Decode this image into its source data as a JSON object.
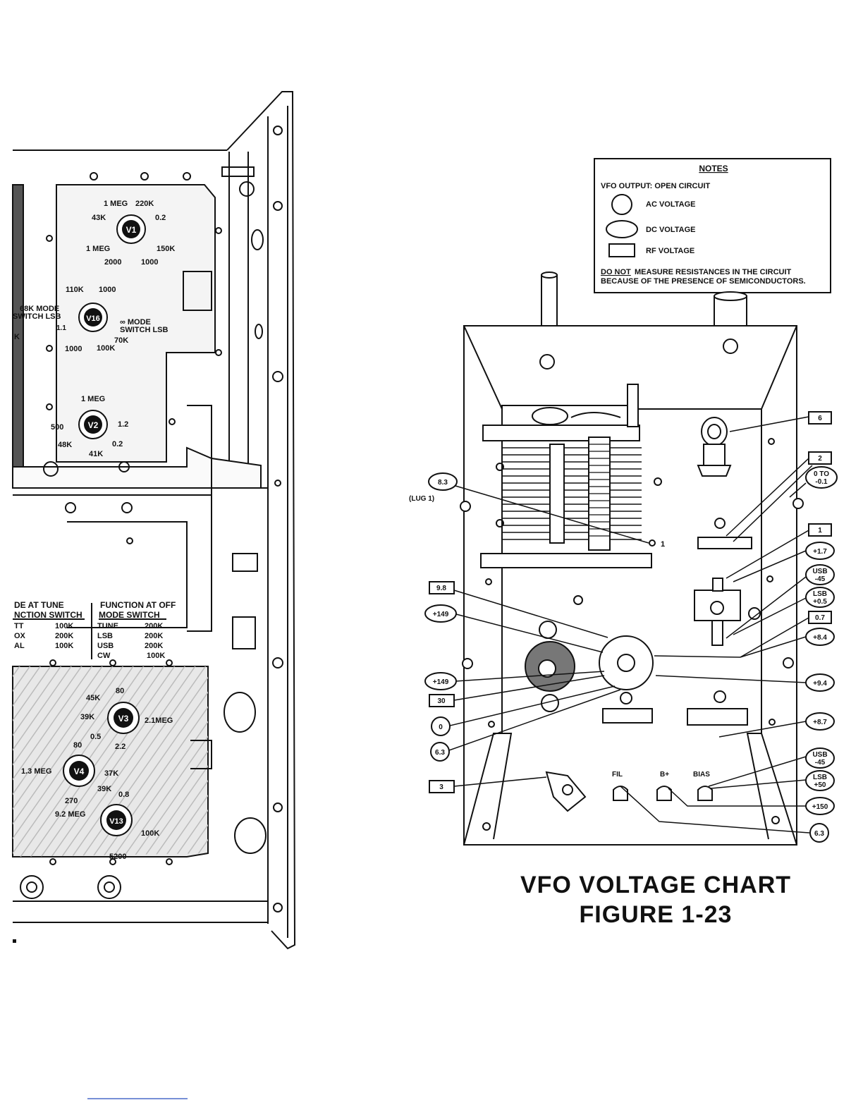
{
  "notes": {
    "title": "NOTES",
    "output": "VFO OUTPUT: OPEN CIRCUIT",
    "legend_ac": "AC VOLTAGE",
    "legend_dc": "DC VOLTAGE",
    "legend_rf": "RF VOLTAGE",
    "warning_em": "DO NOT",
    "warning_line1": "MEASURE RESISTANCES IN THE CIRCUIT",
    "warning_line2": "BECAUSE OF THE PRESENCE OF SEMICONDUCTORS."
  },
  "caption": {
    "line1": "VFO VOLTAGE CHART",
    "line2": "FIGURE 1-23"
  },
  "vfo_labels": {
    "lug1": "(LUG 1)",
    "lug_num": "1",
    "fil": "FIL",
    "bplus": "B+",
    "bias": "BIAS",
    "v_8_3": "8.3",
    "v_9_8": "9.8",
    "v_p149a": "+149",
    "v_p149b": "+149",
    "v_30": "30",
    "v_0": "0",
    "v_6_3a": "6.3",
    "v_3": "3",
    "r_6": "6",
    "r_2": "2",
    "v_0to": "0 TO",
    "v_0to2": "-0.1",
    "r_1": "1",
    "v_p1_7": "+1.7",
    "usb1": "USB",
    "usb1v": "-45",
    "lsb1": "LSB",
    "lsb1v": "+0.5",
    "r_0_7": "0.7",
    "v_p8_4": "+8.4",
    "v_p9_4": "+9.4",
    "v_p8_7": "+8.7",
    "usb2": "USB",
    "usb2v": "-45",
    "lsb2": "LSB",
    "lsb2v": "+50",
    "v_p150": "+150",
    "v_6_3b": "6.3"
  },
  "chassis_labels": {
    "v1": "V1",
    "v16": "V16",
    "v2": "V2",
    "v3": "V3",
    "v4": "V4",
    "v13": "V13",
    "v1_a": "1 MEG",
    "v1_b": "220K",
    "v1_c": "43K",
    "v1_d": "0.2",
    "v1_e": "1 MEG",
    "v1_f": "150K",
    "v1_g": "2000",
    "v1_h": "1000",
    "v16_a": "110K",
    "v16_b": "1000",
    "v16_c": "68K MODE",
    "v16_d": "SWITCH LSB",
    "v16_e": "1.1",
    "v16_f": "∞ MODE",
    "v16_g": "SWITCH LSB",
    "v16_h": "70K",
    "v16_i": "1000",
    "v16_j": "100K",
    "v16_k": "K",
    "v2_a": "1 MEG",
    "v2_b": "500",
    "v2_c": "1.2",
    "v2_d": "48K",
    "v2_e": "0.2",
    "v2_f": "41K",
    "v3_a": "45K",
    "v3_b": "39K",
    "v3_c": "2.1MEG",
    "v3_d": "0.5",
    "v3_e": "2.2",
    "v3_f": "80",
    "v4_a": "1.3 MEG",
    "v4_b": "80",
    "v4_c": "37K",
    "v4_d": "270",
    "v4_e": "39K",
    "v13_a": "0.8",
    "v13_b": "9.2 MEG",
    "v13_c": "100K",
    "v13_d": "5200",
    "tbl_h1": "DE AT TUNE",
    "tbl_h1b": "NCTION SWITCH",
    "tbl_h2": "FUNCTION AT OFF",
    "tbl_h2b": "MODE SWITCH",
    "tbl_l1": "TT",
    "tbl_l1v": "100K",
    "tbl_l2": "OX",
    "tbl_l2v": "200K",
    "tbl_l3": "AL",
    "tbl_l3v": "100K",
    "tbl_r1": "TUNE",
    "tbl_r1v": "200K",
    "tbl_r2": "LSB",
    "tbl_r2v": "200K",
    "tbl_r3": "USB",
    "tbl_r3v": "200K",
    "tbl_r4": "CW",
    "tbl_r4v": "100K"
  }
}
